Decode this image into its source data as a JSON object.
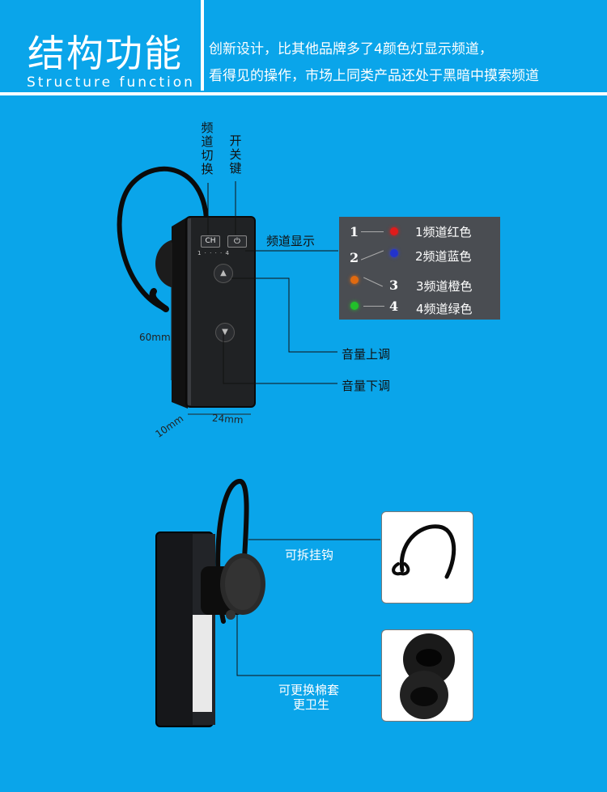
{
  "header": {
    "title_cn": "结构功能",
    "title_en": "Structure function",
    "line1": "创新设计，比其他品牌多了4颜色灯显示频道，",
    "line2": "看得见的操作，市场上同类产品还处于黑暗中摸索频道"
  },
  "device": {
    "ch_button_label": "CH",
    "power_symbol": "⏻",
    "led_marks": "1 · · · · 4"
  },
  "labels": {
    "channel_switch": "频道切换",
    "power_key": "开关键",
    "channel_display": "频道显示",
    "volume_up": "音量上调",
    "volume_down": "音量下调",
    "dim_height": "60mm",
    "dim_depth": "10mm",
    "dim_width": "24mm",
    "detachable_hook": "可拆挂钩",
    "replace_foam_1": "可更换棉套",
    "replace_foam_2": "更卫生"
  },
  "legend": [
    {
      "num": "1",
      "color": "#e01b1b",
      "text": "1频道红色"
    },
    {
      "num": "2",
      "color": "#2233cc",
      "text": "2频道蓝色"
    },
    {
      "num": "3",
      "color": "#e06a10",
      "text": "3频道橙色"
    },
    {
      "num": "4",
      "color": "#22c02a",
      "text": "4频道绿色"
    }
  ]
}
